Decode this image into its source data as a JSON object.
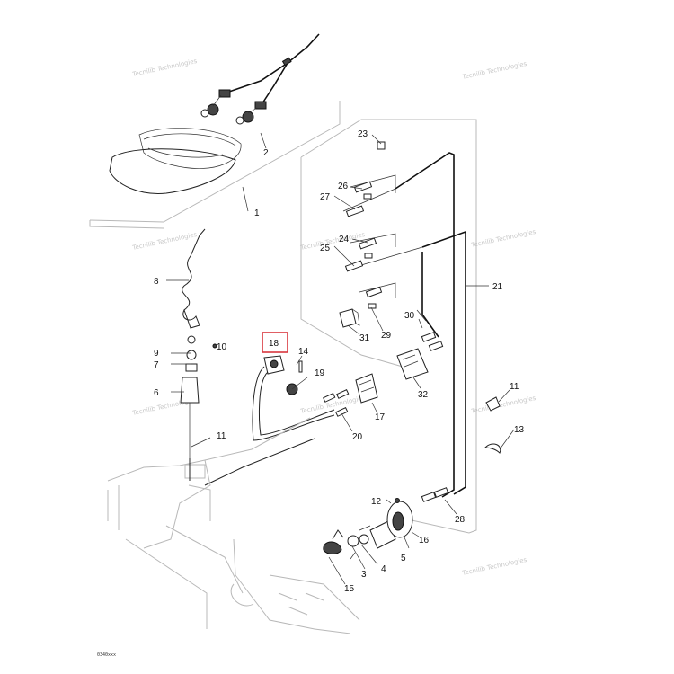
{
  "callouts": {
    "c1": "1",
    "c2": "2",
    "c3": "3",
    "c4": "4",
    "c5": "5",
    "c6": "6",
    "c7": "7",
    "c8": "8",
    "c9": "9",
    "c10": "10",
    "c11a": "11",
    "c11b": "11",
    "c12": "12",
    "c13": "13",
    "c14": "14",
    "c15": "15",
    "c16": "16",
    "c17": "17",
    "c18": "18",
    "c19": "19",
    "c20": "20",
    "c21": "21",
    "c23": "23",
    "c24": "24",
    "c25": "25",
    "c26": "26",
    "c27": "27",
    "c28": "28",
    "c29": "29",
    "c30": "30",
    "c31": "31",
    "c32": "32"
  },
  "highlight": {
    "color": "#d9363e",
    "callout": "18"
  },
  "watermark": {
    "text": "Tecnilib Technologies"
  },
  "drawing_code": "0340xxx"
}
